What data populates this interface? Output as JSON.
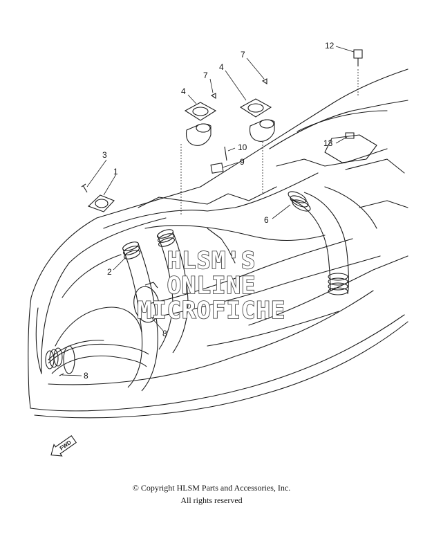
{
  "callouts": [
    "1",
    "2",
    "3",
    "4",
    "4",
    "6",
    "7",
    "7",
    "8",
    "8",
    "9",
    "10",
    "12",
    "13"
  ],
  "watermark": [
    "HLSM'S",
    "ONLINE",
    "MICROFICHE"
  ],
  "direction_marker": "FWD",
  "copyright": {
    "line1": "© Copyright HLSM Parts and Accessories, Inc.",
    "line2": "All rights reserved"
  },
  "colors": {
    "line": "#1a1a1a",
    "background": "#ffffff"
  }
}
